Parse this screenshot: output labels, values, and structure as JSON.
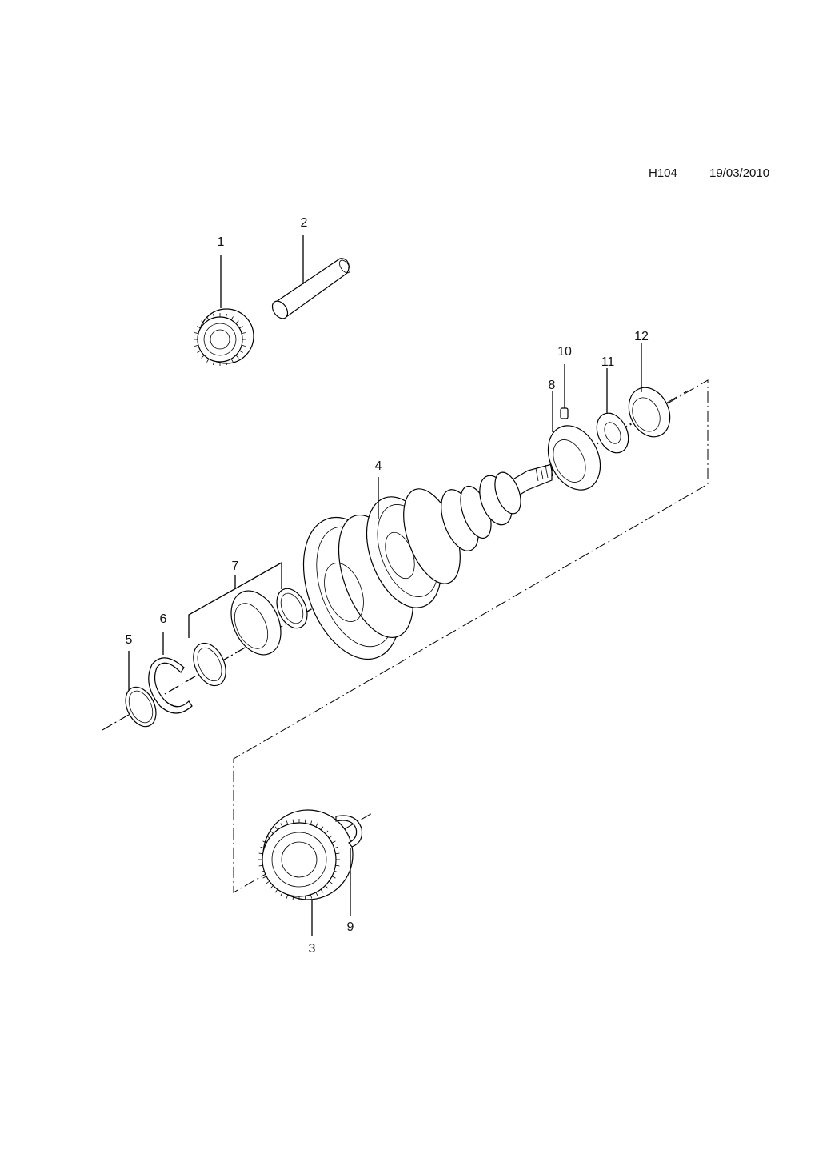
{
  "header": {
    "drawing_code": "H104",
    "date": "19/03/2010"
  },
  "callouts": [
    {
      "id": "1",
      "text": "1"
    },
    {
      "id": "2",
      "text": "2"
    },
    {
      "id": "3",
      "text": "3"
    },
    {
      "id": "4",
      "text": "4"
    },
    {
      "id": "5",
      "text": "5"
    },
    {
      "id": "6",
      "text": "6"
    },
    {
      "id": "7",
      "text": "7"
    },
    {
      "id": "8",
      "text": "8"
    },
    {
      "id": "9",
      "text": "9"
    },
    {
      "id": "10",
      "text": "10"
    },
    {
      "id": "11",
      "text": "11"
    },
    {
      "id": "12",
      "text": "12"
    }
  ]
}
